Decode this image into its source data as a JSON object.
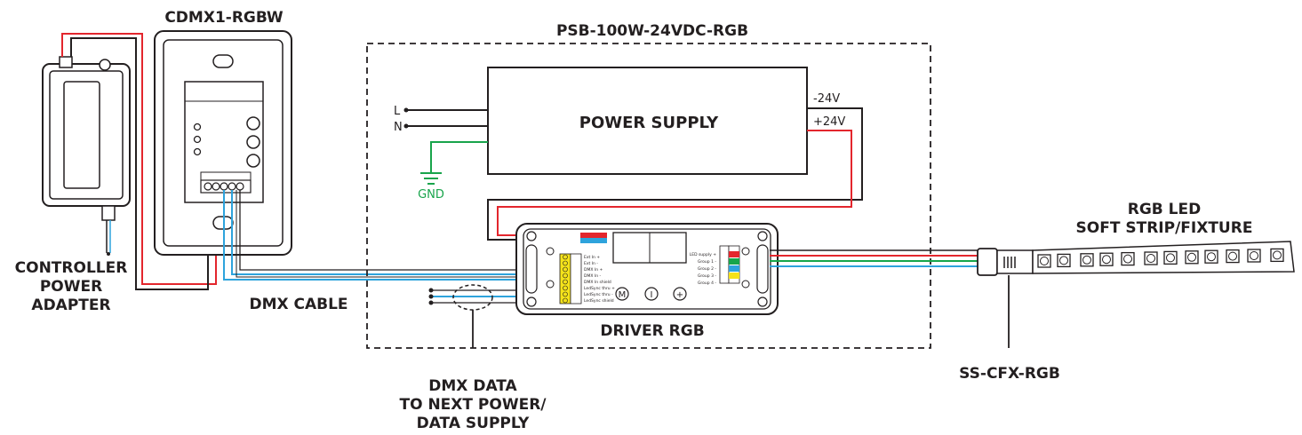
{
  "titles": {
    "controller_name": "CDMX1-RGBW",
    "supply_group": "PSB-100W-24VDC-RGB",
    "power_supply": "POWER SUPPLY",
    "driver": "DRIVER RGB",
    "led_strip_line1": "RGB LED",
    "led_strip_line2": "SOFT STRIP/FIXTURE",
    "connector": "SS-CFX-RGB",
    "adapter_line1": "CONTROLLER",
    "adapter_line2": "POWER",
    "adapter_line3": "ADAPTER",
    "dmx_cable": "DMX CABLE",
    "dmx_data_line1": "DMX DATA",
    "dmx_data_line2": "TO NEXT POWER/",
    "dmx_data_line3": "DATA SUPPLY"
  },
  "ps_terminals": {
    "line": "L",
    "neutral": "N",
    "ground": "GND",
    "neg": "-24V",
    "pos": "+24V"
  },
  "driver_terminals_left": [
    "Ext In +",
    "Ext In -",
    "DMX In +",
    "DMX In -",
    "DMX In shield",
    "LedSync thru +",
    "LedSync thru -",
    "LedSync shield"
  ],
  "driver_terminals_right": [
    "LED supply +",
    "Group 1 -",
    "Group 2 -",
    "Group 3 -",
    "Group 4 -"
  ],
  "driver_buttons": [
    "M",
    "I",
    "+"
  ],
  "colors": {
    "red": "#e3262d",
    "green": "#17a54a",
    "blue": "#2ea3dc",
    "black": "#231f20",
    "ground": "#18a44b",
    "terminal_yellow": "#f4e21a"
  }
}
